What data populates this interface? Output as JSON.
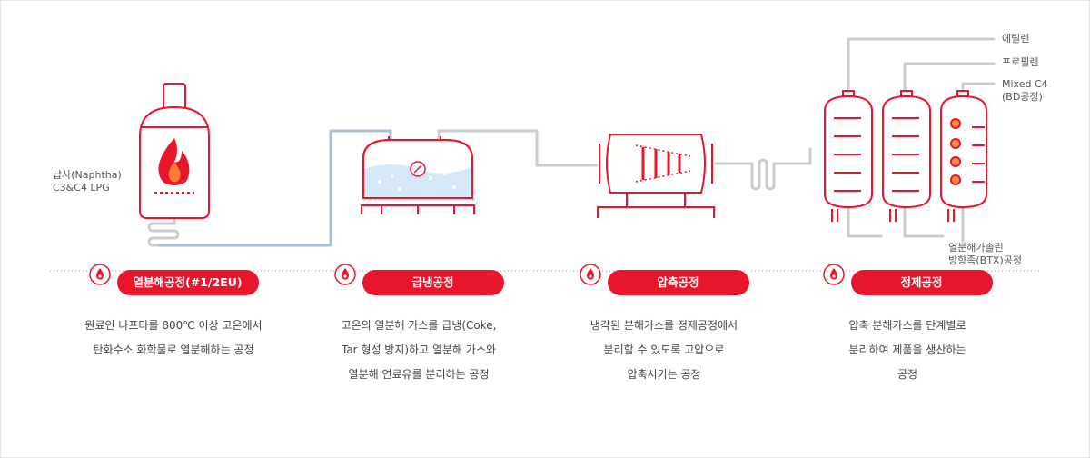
{
  "feed": {
    "line1": "납사(Naphtha)",
    "line2": "C3&C4 LPG"
  },
  "products": [
    {
      "label": "에틸렌"
    },
    {
      "label": "프로필렌"
    },
    {
      "label": "Mixed C4\n(BD공정)"
    }
  ],
  "bottom_product": "열분해가솔린\n방향족(BTX)공정",
  "steps": [
    {
      "title": "열분해공정(#1/2EU)",
      "description": "원료인 나프타를 800℃ 이상 고온에서\n탄화수소 화학물로 열분해하는 공정"
    },
    {
      "title": "급냉공정",
      "description": "고온의 열분해 가스를 급냉(Coke,\nTar 형성 방지)하고 열분해 가스와\n열분해 연료유를 분리하는 공정"
    },
    {
      "title": "압축공정",
      "description": "냉각된 분해가스를 정제공정에서\n분리할 수 있도록 고압으로\n압축시키는 공정"
    },
    {
      "title": "정제공정",
      "description": "압축 분해가스를 단계별로\n분리하여 제품을 생산하는\n공정"
    }
  ],
  "colors": {
    "accent": "#e8162d",
    "pipe": "#cccccc",
    "pipe_blue": "#a8bfdc",
    "text": "#444444"
  },
  "icons": [
    "drop-icon",
    "flame-icon",
    "thermometer-icon"
  ]
}
